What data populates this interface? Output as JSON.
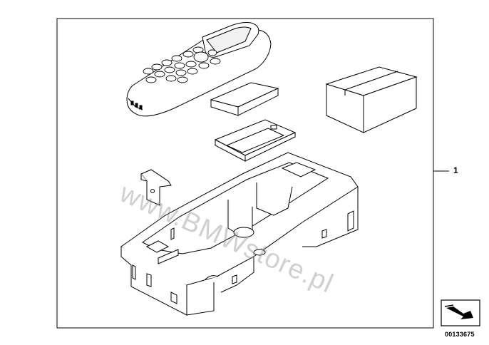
{
  "diagram": {
    "part_number_label": "1",
    "diagram_number": "00133675",
    "watermark": "www.BMWstore.pl",
    "parts": [
      {
        "name": "handset"
      },
      {
        "name": "battery"
      },
      {
        "name": "cradle-plate"
      },
      {
        "name": "box"
      },
      {
        "name": "clip"
      },
      {
        "name": "console-holder"
      }
    ],
    "nav_icon": "direction-arrow-icon"
  }
}
